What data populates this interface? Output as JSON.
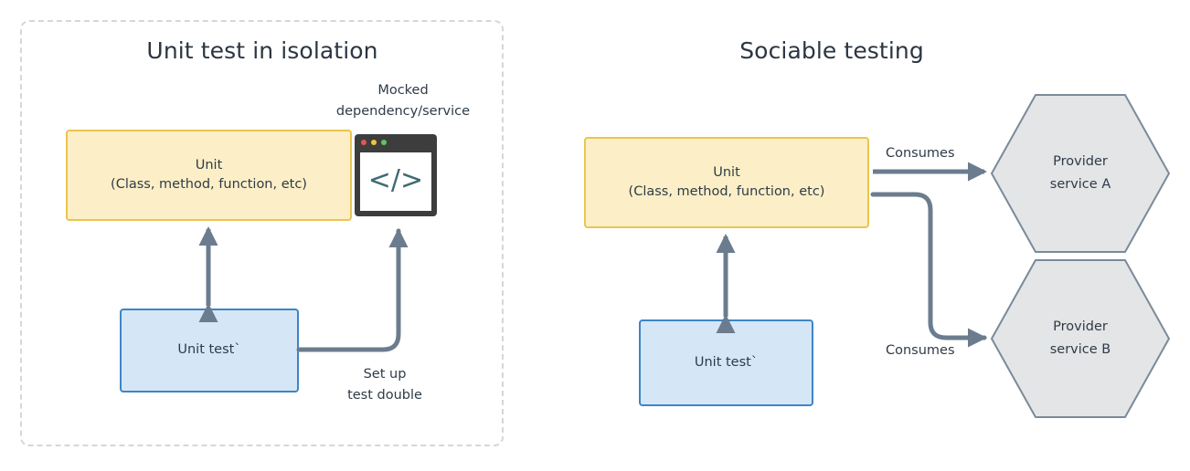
{
  "panels": {
    "left": {
      "title": "Unit test in isolation",
      "unit": {
        "line1": "Unit",
        "line2": "(Class, method, function, etc)"
      },
      "unit_test": "Unit test`",
      "mocked_caption": {
        "line1": "Mocked",
        "line2": "dependency/service"
      },
      "code_icon_glyph": "</>",
      "setup_caption": {
        "line1": "Set up",
        "line2": "test double"
      }
    },
    "right": {
      "title": "Sociable testing",
      "unit": {
        "line1": "Unit",
        "line2": "(Class, method, function, etc)"
      },
      "unit_test": "Unit test`",
      "edges": [
        {
          "label": "Consumes"
        },
        {
          "label": "Consumes"
        }
      ],
      "providers": [
        {
          "line1": "Provider",
          "line2": "service A"
        },
        {
          "line1": "Provider",
          "line2": "service B"
        }
      ]
    }
  },
  "colors": {
    "unit_fill": "#fcefc7",
    "unit_border": "#eac54f",
    "test_fill": "#d5e6f7",
    "test_border": "#3d85c6",
    "provider_fill": "#e3e5e7",
    "provider_border": "#7b8a99",
    "connector": "#6b7c8e",
    "panel_border": "#d3d7de",
    "text": "#2f3b47",
    "code_window": "#3d3d3d",
    "code_glyph": "#3f6b72"
  }
}
